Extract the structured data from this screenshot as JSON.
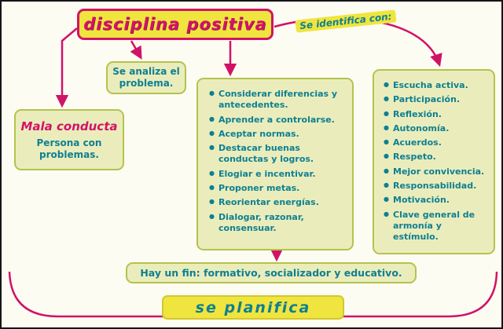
{
  "title": "disciplina positiva",
  "connector_label": "Se identifica con:",
  "analyze_label": "Se analiza el problema.",
  "mala_conducta": {
    "title": "Mala conducta",
    "subtitle": "Persona con problemas."
  },
  "center_list": {
    "items": [
      "Considerar diferencias y antecedentes.",
      "Aprender a controlarse.",
      "Aceptar normas.",
      "Destacar buenas conductas y logros.",
      "Elogiar e incentivar.",
      "Proponer metas.",
      "Reorientar energías.",
      "Dialogar, razonar, consensuar."
    ]
  },
  "right_list": {
    "items": [
      "Escucha activa.",
      "Participación.",
      "Reflexión.",
      "Autonomía.",
      "Acuerdos.",
      "Respeto.",
      "Mejor convivencia.",
      "Responsabilidad.",
      "Motivación.",
      "Clave general de armonía y estímulo."
    ]
  },
  "fin_label": "Hay un fin: formativo, socializador y educativo.",
  "planifica_label": "se planifica",
  "colors": {
    "magenta": "#d11368",
    "bright_yellow": "#f0e53e",
    "pale_box_fill": "#eaedbb",
    "olive_border": "#b6c24d",
    "teal_text": "#0f7f92",
    "background": "#fcfcf2"
  }
}
